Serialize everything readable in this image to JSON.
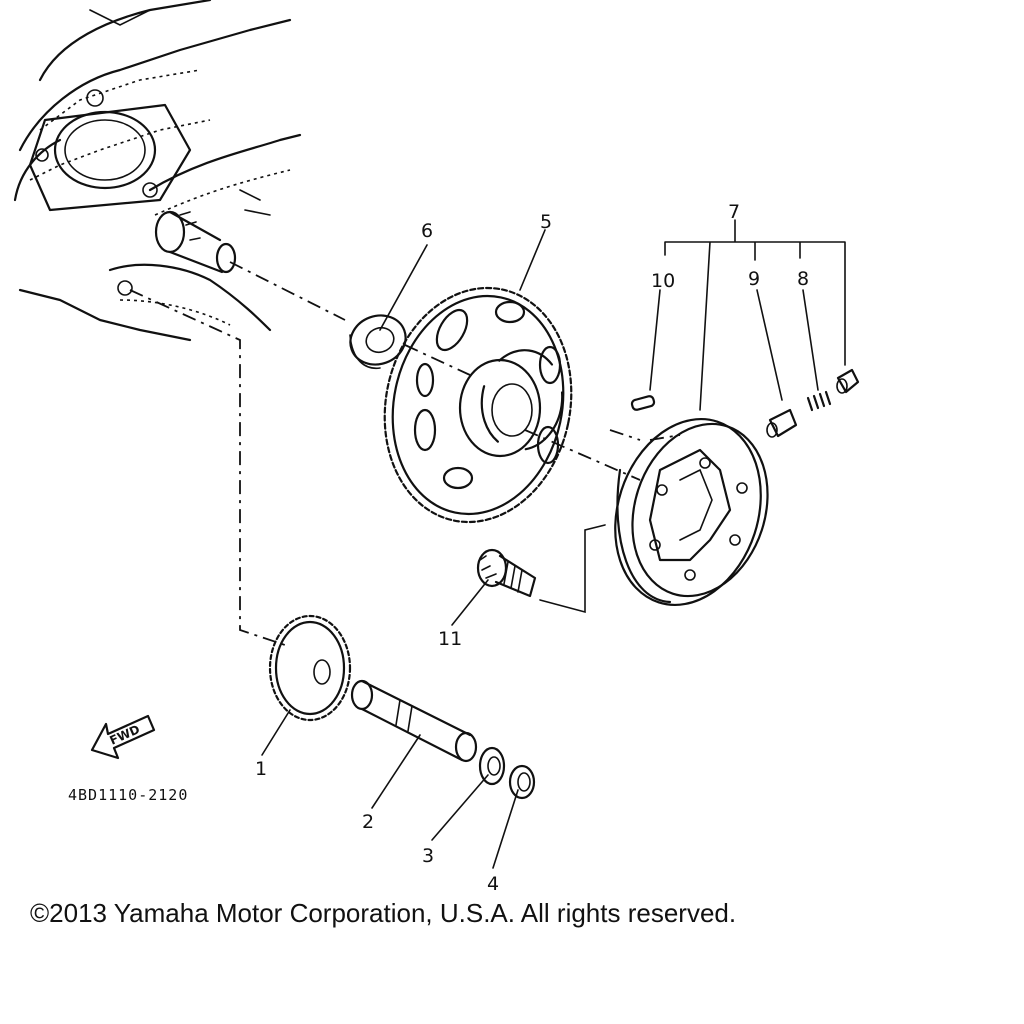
{
  "callouts": [
    {
      "id": "1",
      "text": "1"
    },
    {
      "id": "2",
      "text": "2"
    },
    {
      "id": "3",
      "text": "3"
    },
    {
      "id": "4",
      "text": "4"
    },
    {
      "id": "5",
      "text": "5"
    },
    {
      "id": "6",
      "text": "6"
    },
    {
      "id": "7",
      "text": "7"
    },
    {
      "id": "8",
      "text": "8"
    },
    {
      "id": "9",
      "text": "9"
    },
    {
      "id": "10",
      "text": "10"
    },
    {
      "id": "11",
      "text": "11"
    }
  ],
  "direction_arrow": {
    "text": "FWD",
    "icon": "fwd-arrow-icon"
  },
  "diagram_code": "4BD1110-2120",
  "copyright": "©2013 Yamaha Motor Corporation, U.S.A. All rights reserved."
}
